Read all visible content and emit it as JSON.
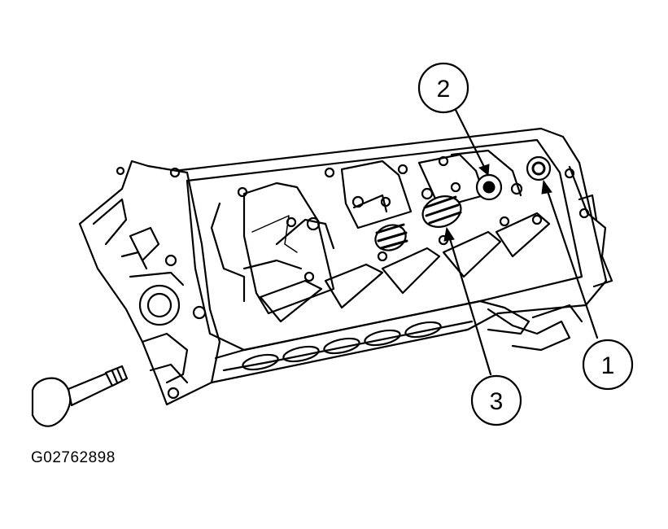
{
  "figure_id": "G02762898",
  "callouts": [
    {
      "label": "1"
    },
    {
      "label": "2"
    },
    {
      "label": "3"
    }
  ]
}
